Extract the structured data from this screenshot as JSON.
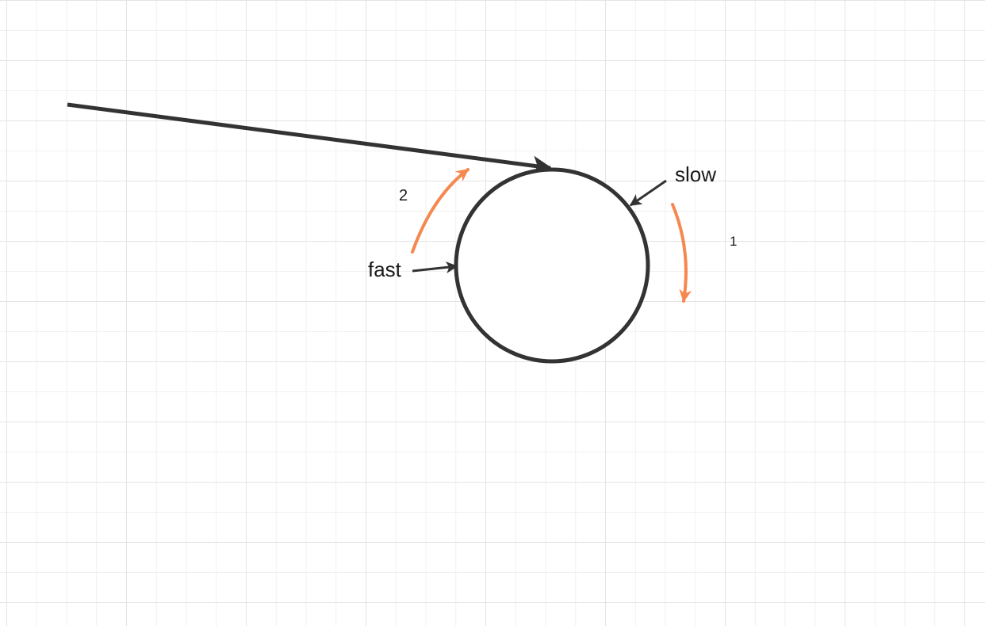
{
  "labels": {
    "slow": "slow",
    "fast": "fast",
    "step_one": "1",
    "step_two": "2"
  },
  "colors": {
    "stroke": "#333333",
    "accent": "#f5884f",
    "grid_major": "#e4e4e4",
    "grid_minor": "#f1f1f1",
    "background": "#ffffff"
  }
}
